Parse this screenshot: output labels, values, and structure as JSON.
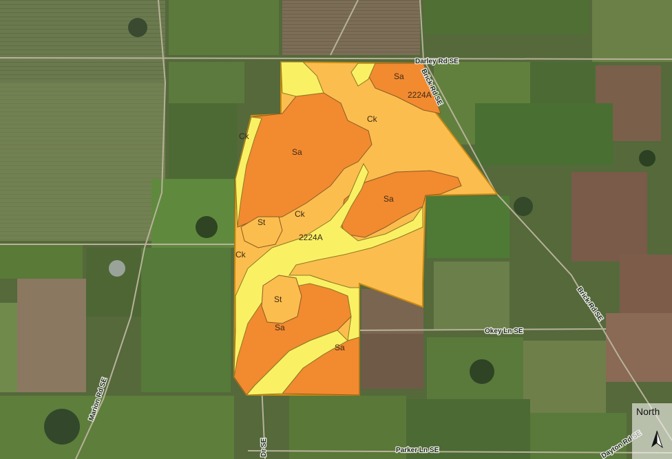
{
  "roads": {
    "darley": "Darley Rd SE",
    "brick_top": "Brick Rd SE",
    "brick_mid": "Brick Rd SE",
    "okey": "Okey Ln SE",
    "marion": "Marion Rd SE",
    "parker": "Parker Ln SE",
    "dr_se": "Dr SE",
    "dayton": "Dayton Rd SE"
  },
  "soil_units": {
    "sa_1": "Sa",
    "sa_2": "Sa",
    "sa_3": "Sa",
    "sa_4": "Sa",
    "sa_5": "Sa",
    "ck_1": "Ck",
    "ck_2": "Ck",
    "ck_3": "Ck",
    "ck_4": "Ck",
    "st_1": "St",
    "st_2": "St",
    "u2224a_1": "2224A",
    "u2224a_2": "2224A"
  },
  "north_arrow": {
    "label": "North"
  },
  "colors": {
    "sa": "#f28a30",
    "ck": "#fbbd4e",
    "u2224a": "#faf064",
    "st": "#fbbd4e",
    "boundary": "#c98a10"
  }
}
